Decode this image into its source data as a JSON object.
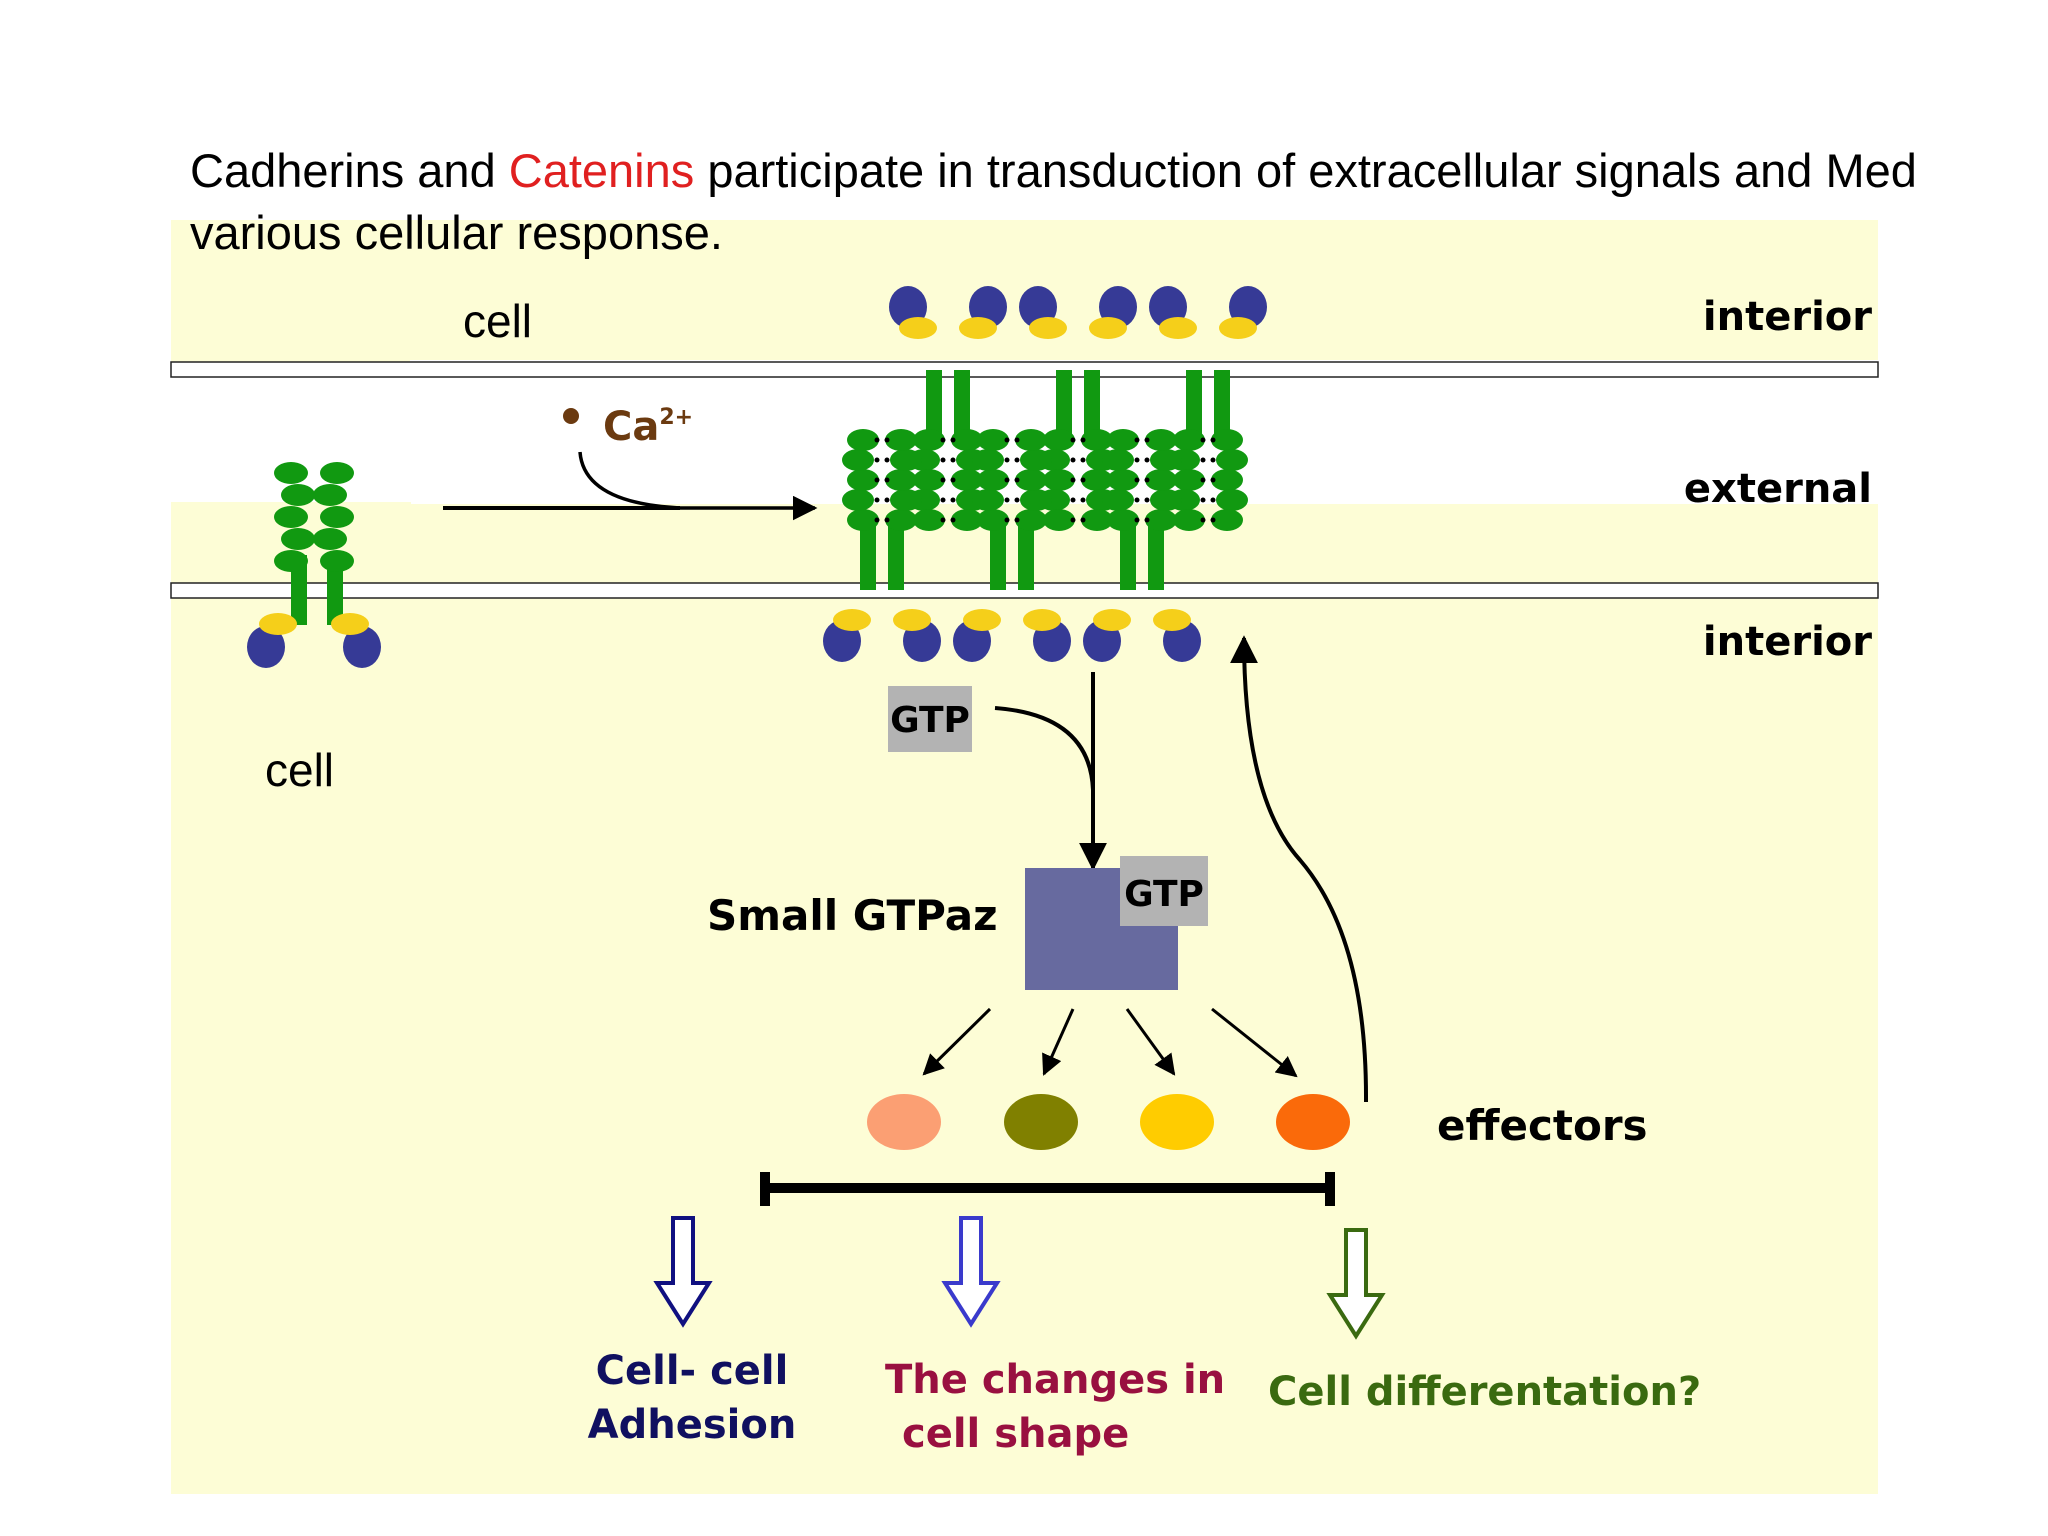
{
  "title": {
    "part1": "Cadherins and ",
    "catenins": "Catenins",
    "part2": " participate in transduction of extracellular signals and Med",
    "line2": "various cellular response."
  },
  "labels": {
    "cell_top": "cell",
    "cell_bottom": "cell",
    "interior_top": "interior",
    "external": "external",
    "interior_bottom": "interior",
    "calcium": "Ca",
    "calcium_sup": "2+",
    "gtp_free": "GTP",
    "gtp_bound": "GTP",
    "small_gtpase": "Small GTPaz",
    "effectors": "effectors"
  },
  "outcomes": {
    "adhesion_line1": "Cell- cell",
    "adhesion_line2": "Adhesion",
    "shape_line1": "The changes in",
    "shape_line2": "cell shape",
    "differentiation": "Cell differentation?"
  },
  "colors": {
    "background": "#fdfdd6",
    "membrane": "#ffffff",
    "cadherin": "#119911",
    "catenin_blue": "#363a96",
    "catenin_yellow": "#f5cf1a",
    "gtp_box": "#b3b3b3",
    "gtpase_box": "#676a9f",
    "calcium": "#6b3a10",
    "effector_1": "#fb9f73",
    "effector_2": "#808000",
    "effector_3": "#ffcc00",
    "effector_4": "#fa6a0a",
    "adhesion_text": "#101060",
    "shape_text": "#991040",
    "differentiation_text": "#3a6a10",
    "arrow_adhesion": "#101080",
    "arrow_shape": "#3a3acc",
    "arrow_differentiation": "#3a6a10"
  }
}
